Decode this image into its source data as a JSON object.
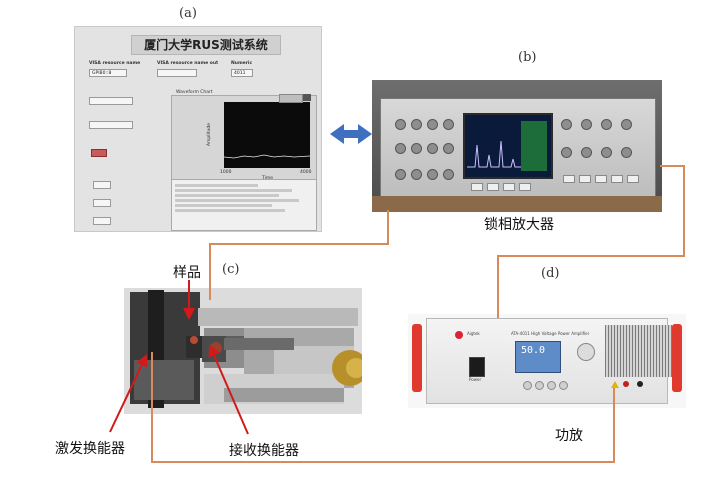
{
  "labels": {
    "a": "(a)",
    "b": "(b)",
    "c": "(c)",
    "d": "(d)",
    "lockin": "锁相放大器",
    "sample": "样品",
    "exciter": "激发换能器",
    "receiver": "接收换能器",
    "amplifier": "功放"
  },
  "panel_a": {
    "title": "厦门大学RUS测试系统",
    "visa_resource_label": "VISA resource name",
    "visa_resource_value": "GPIB0::8",
    "visa_out_label": "VISA resource name out",
    "numeric_label": "Numeric",
    "numeric_value": "4011",
    "chart_title": "Waveform Chart",
    "chart_x_label": "Time",
    "chart_x_min": "1000",
    "chart_x_max": "4000",
    "chart_y_label": "Amplitude"
  },
  "panel_d": {
    "brand": "Aigtek",
    "model": "ATA-4011 High Voltage Power Amplifier",
    "display_value": "50.0",
    "power_label": "Power"
  },
  "colors": {
    "connector": "#d88a5a",
    "arrow": "#3f6fbf",
    "pointer": "#d21a1a"
  }
}
